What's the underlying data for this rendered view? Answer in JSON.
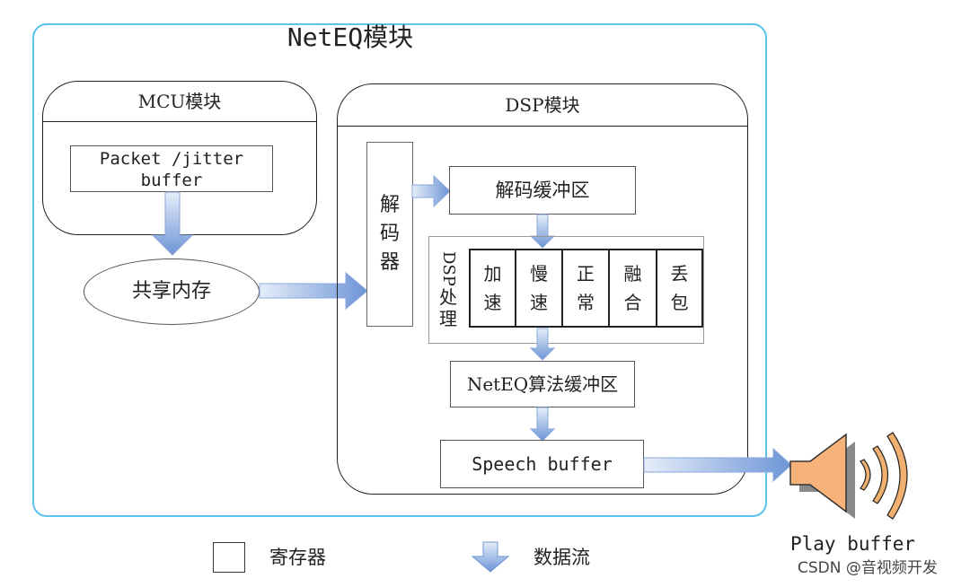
{
  "diagram": {
    "neteq_title": "NetEQ模块",
    "mcu": {
      "title": "MCU模块",
      "packet_buffer_line1": "Packet /jitter",
      "packet_buffer_line2": "buffer"
    },
    "shared_memory": "共享内存",
    "dsp": {
      "title": "DSP模块",
      "decoder_chars": [
        "解",
        "码",
        "器"
      ],
      "decode_buffer": "解码缓冲区",
      "processing_label_latin": "DSP",
      "processing_label_chars": [
        "处",
        "理"
      ],
      "operations": [
        {
          "chars": [
            "加",
            "速"
          ]
        },
        {
          "chars": [
            "慢",
            "速"
          ]
        },
        {
          "chars": [
            "正",
            "常"
          ]
        },
        {
          "chars": [
            "融",
            "合"
          ]
        },
        {
          "chars": [
            "丢",
            "包"
          ]
        }
      ],
      "algorithm_buffer": "NetEQ算法缓冲区",
      "speech_buffer": "Speech buffer"
    },
    "play_buffer": "Play buffer",
    "legend": {
      "register": "寄存器",
      "data_flow": "数据流"
    },
    "watermark": "CSDN @音视频开发"
  },
  "colors": {
    "module_border": "#5bc4ee",
    "arrow_light": "#e6eef9",
    "arrow_dark": "#6d94d6",
    "speaker_fill": "#f7b27a",
    "speaker_shadow": "#8a8a8a",
    "wave_fill": "#f0b070"
  }
}
